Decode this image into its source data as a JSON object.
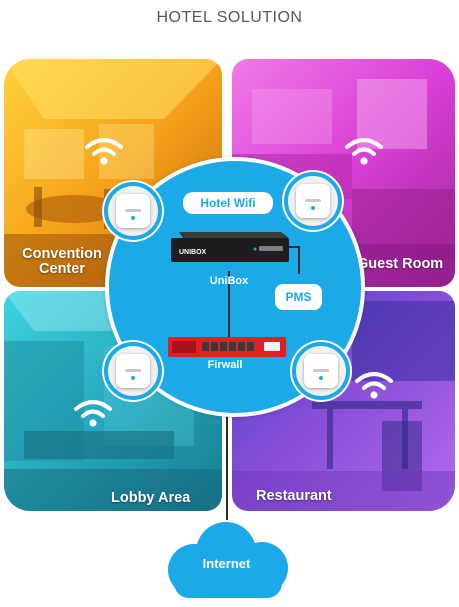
{
  "title": "HOTEL SOLUTION",
  "areas": {
    "convention": "Convention Center",
    "guest_room": "Guest Room",
    "lobby": "Lobby Area",
    "restaurant": "Restaurant"
  },
  "hub": {
    "wifi_label": "Hotel Wifi",
    "unibox_label": "UniBox",
    "unibox_brand": "UNIBOX",
    "pms_label": "PMS",
    "firewall_label": "Firwall"
  },
  "internet_label": "Internet",
  "colors": {
    "accent": "#1ba9e8",
    "convention": "#f3a41c",
    "guest_room": "#d93fd6",
    "lobby": "#27a9bf",
    "restaurant": "#8a4fd8",
    "firewall": "#e21f26"
  },
  "icons": [
    "wifi-icon",
    "access-point-icon",
    "cloud-icon"
  ]
}
